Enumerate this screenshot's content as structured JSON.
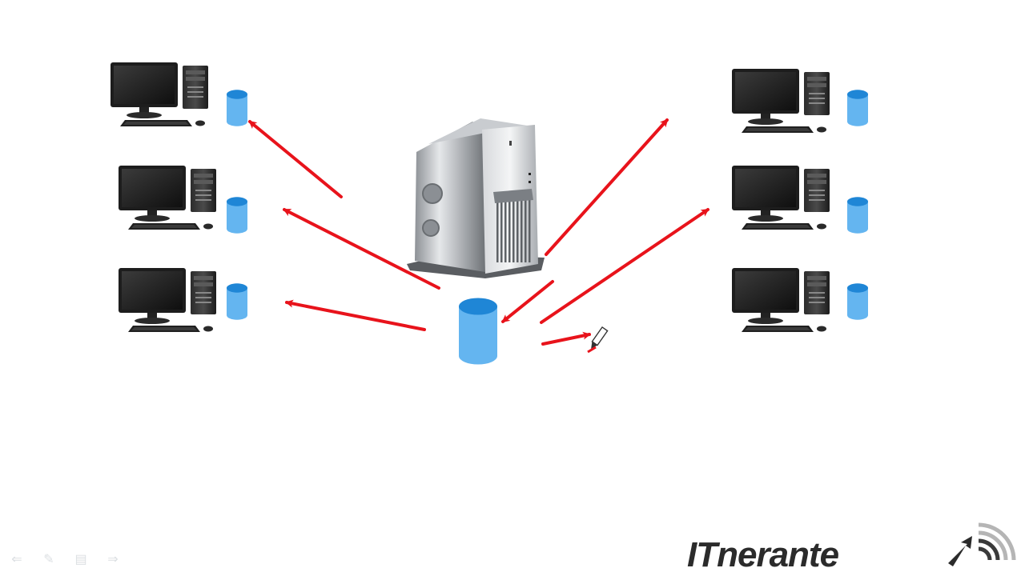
{
  "slide": {
    "background": "#ffffff",
    "arrow_color": "#e8131b",
    "db_color": "#64b5f0",
    "db_top_color": "#1f86d6"
  },
  "diagram": {
    "nodes": [
      {
        "id": "server",
        "kind": "server-tower"
      },
      {
        "id": "central-db",
        "kind": "database"
      },
      {
        "id": "client-left-1",
        "kind": "workstation-with-db",
        "side": "left"
      },
      {
        "id": "client-left-2",
        "kind": "workstation-with-db",
        "side": "left"
      },
      {
        "id": "client-left-3",
        "kind": "workstation-with-db",
        "side": "left"
      },
      {
        "id": "client-right-1",
        "kind": "workstation-with-db",
        "side": "right"
      },
      {
        "id": "client-right-2",
        "kind": "workstation-with-db",
        "side": "right"
      },
      {
        "id": "client-right-3",
        "kind": "workstation-with-db",
        "side": "right"
      }
    ],
    "edges": [
      {
        "from": "central-db",
        "to": "client-left-1"
      },
      {
        "from": "central-db",
        "to": "client-left-2"
      },
      {
        "from": "central-db",
        "to": "client-left-3"
      },
      {
        "from": "server",
        "to": "client-right-1"
      },
      {
        "from": "central-db",
        "to": "client-right-2"
      },
      {
        "from": "server",
        "to": "central-db"
      },
      {
        "from": "central-db",
        "to": "pen-annotation"
      }
    ]
  },
  "toolbar": {
    "icons": [
      "arrow-left-icon",
      "pen-icon",
      "menu-icon",
      "arrow-right-icon"
    ],
    "glyphs": [
      "⇐",
      "✎",
      "▤",
      "⇒"
    ]
  },
  "logo": {
    "text": "ITnerante",
    "accent_color": "#2b2b2b"
  }
}
